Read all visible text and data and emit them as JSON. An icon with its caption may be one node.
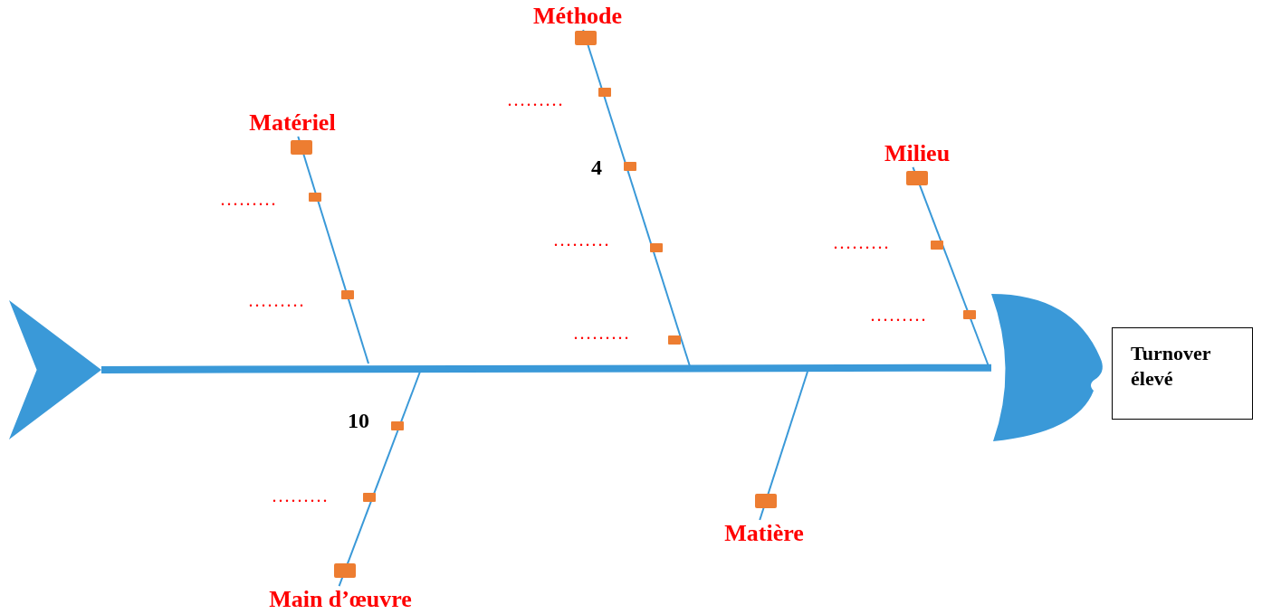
{
  "diagram": {
    "nodes": [
      {
        "text": [
          "Méthode"
        ]
      },
      {
        "text": [
          "Matériel"
        ]
      },
      {
        "text": [
          "Milieu"
        ]
      },
      {
        "text": [],
        "shape": "triangle"
      },
      {
        "text": [],
        "shape": "crescent"
      },
      {
        "text": [
          "Turnover élevé"
        ]
      },
      {
        "text": [
          "Main d’œuvre"
        ]
      },
      {
        "text": [
          "Matière"
        ]
      }
    ],
    "edges": [
      {
        "from": 3,
        "to": 4,
        "arrow": "none",
        "style": "thick"
      },
      {
        "from": 0,
        "to": null,
        "arrow": "none"
      },
      {
        "from": 1,
        "to": null,
        "arrow": "none"
      },
      {
        "from": 2,
        "to": null,
        "arrow": "none"
      },
      {
        "from": 6,
        "to": null,
        "arrow": "none"
      },
      {
        "from": 7,
        "to": null,
        "arrow": "none"
      }
    ],
    "labels": [
      ".........",
      "4",
      ".........",
      ".........",
      ".........",
      ".........",
      ".........",
      ".........",
      "10",
      "........."
    ]
  }
}
